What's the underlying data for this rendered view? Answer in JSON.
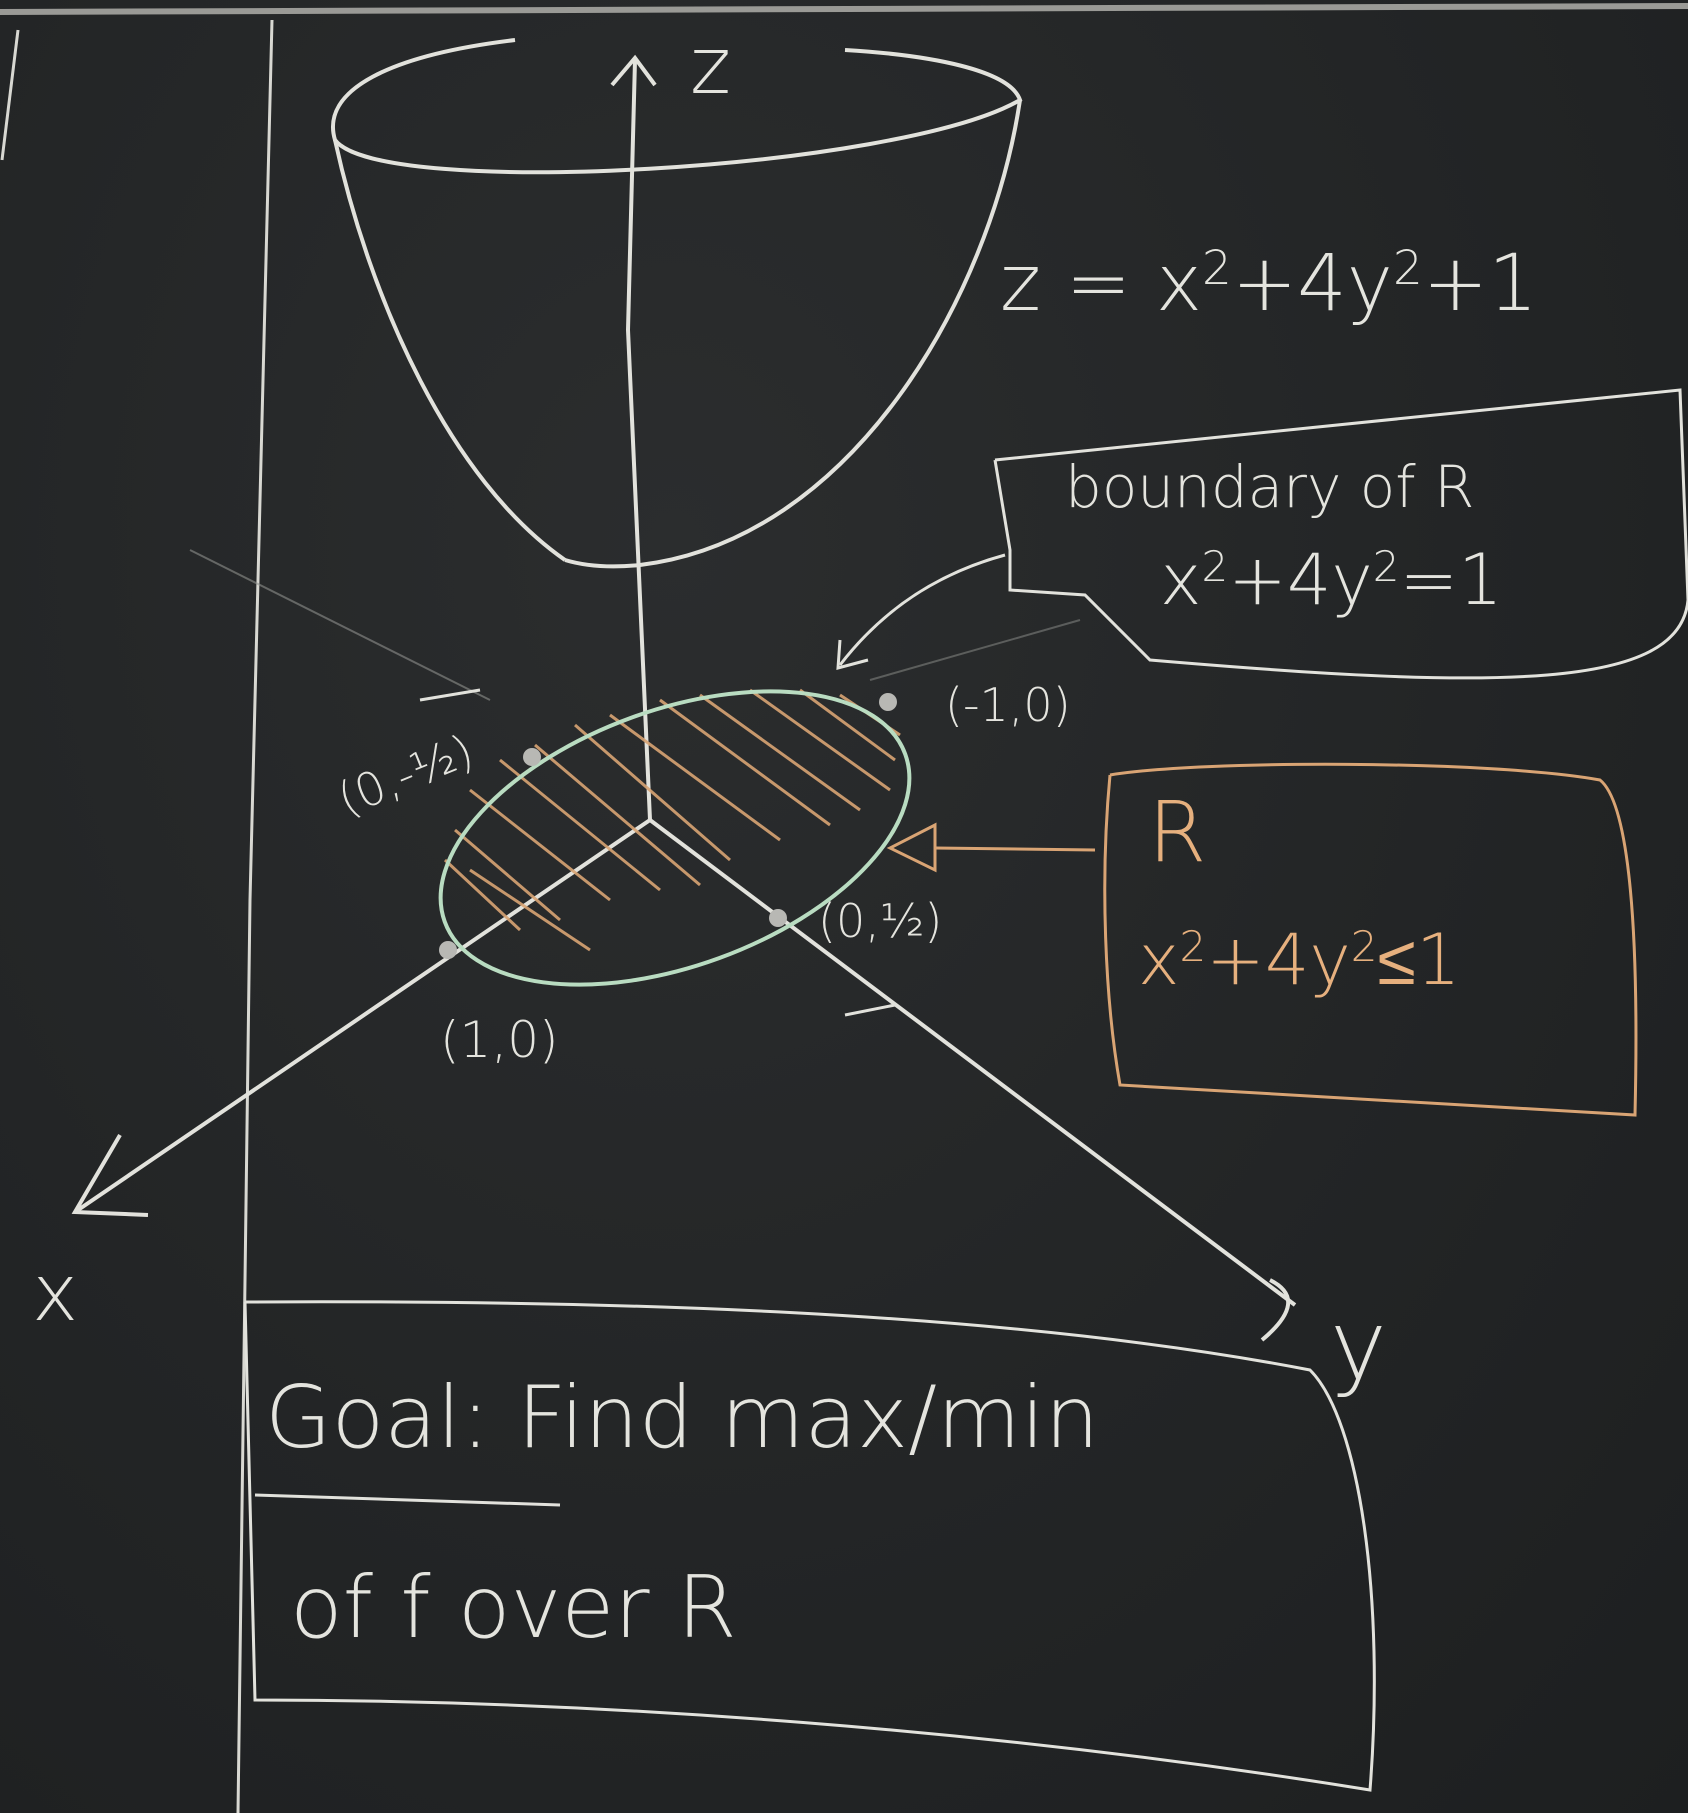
{
  "colors": {
    "board": "#222425",
    "chalk_white": "#e4e4de",
    "chalk_green": "#c7e6cf",
    "chalk_orange": "#e6b07e"
  },
  "axes": {
    "z": "z",
    "x": "x",
    "y": "y"
  },
  "surface_equation": {
    "lhs": "z = x",
    "exp1": "2",
    "mid": "+4y",
    "exp2": "2",
    "rhs": "+1"
  },
  "points": {
    "p_neg1_0": "(-1,0)",
    "p_0_neghalf": "(0,-½)",
    "p_0_half": "(0,½)",
    "p_1_0": "(1,0)"
  },
  "boundary_box": {
    "title": "boundary of R",
    "eq_a": "x",
    "eq_exp1": "2",
    "eq_b": "+4y",
    "eq_exp2": "2",
    "eq_c": "=1"
  },
  "region_box": {
    "title": "R",
    "eq_a": "x",
    "eq_exp1": "2",
    "eq_b": "+4y",
    "eq_exp2": "2",
    "eq_c": "≤1"
  },
  "goal": {
    "line1": "Goal: Find max/min",
    "line2": "of f over R"
  }
}
